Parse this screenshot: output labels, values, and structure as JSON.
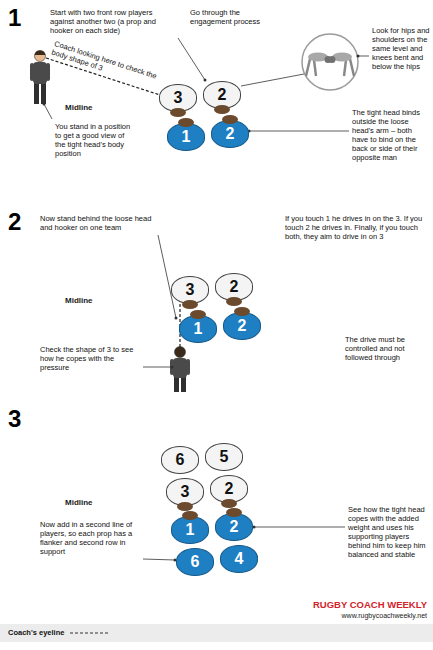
{
  "diagram": {
    "nodes": [
      {
        "text": [
          "Midline"
        ]
      },
      {
        "text": [
          "3"
        ],
        "in": 0
      },
      {
        "text": [
          "2"
        ],
        "in": 0
      },
      {
        "text": [
          "1"
        ],
        "in": 0
      },
      {
        "text": [
          "2"
        ],
        "in": 0
      },
      {
        "text": [
          "Midline"
        ]
      },
      {
        "text": [
          "3"
        ],
        "in": 5
      },
      {
        "text": [
          "2"
        ],
        "in": 5
      },
      {
        "text": [
          "1"
        ],
        "in": 5
      },
      {
        "text": [
          "2"
        ],
        "in": 5
      },
      {
        "text": [
          "Midline"
        ]
      },
      {
        "text": [
          "6"
        ],
        "in": 10
      },
      {
        "text": [
          "5"
        ],
        "in": 10
      },
      {
        "text": [
          "3"
        ],
        "in": 10
      },
      {
        "text": [
          "2"
        ],
        "in": 10
      },
      {
        "text": [
          "1"
        ],
        "in": 10
      },
      {
        "text": [
          "2"
        ],
        "in": 10
      },
      {
        "text": [
          "6"
        ],
        "in": 10
      },
      {
        "text": [
          "4"
        ],
        "in": 10
      }
    ],
    "labels": [
      "1",
      "Start with two front row players against another two (a prop and hooker on each side)",
      "Go through the engagement process",
      "Coach looking here to check the body shape of 3",
      "Look for hips and shoulders on the same level and knees bent and below the hips",
      "You stand in a position to get a good view of the tight head's body position",
      "The tight head binds outside the loose head's arm – both have to bind on the back or side of their opposite man",
      "2",
      "Now stand behind the loose head and hooker on one team",
      "If you touch 1 he drives in on the 3. If you touch 2 he drives in. Finally, if you touch both, they aim to drive in on 3",
      "Check the shape of 3 to see how he copes with the pressure",
      "The drive must be controlled and not followed through",
      "3",
      "Now add in a second line of players, so each prop has a flanker and second row in support",
      "See how the tight head copes with the added weight and uses his supporting players behind him to keep him balanced and stable",
      "RUGBY COACH WEEKLY",
      "www.rugbycoachweekly.net"
    ],
    "legend": [
      {
        "text": "Coach's eyeline"
      }
    ]
  }
}
